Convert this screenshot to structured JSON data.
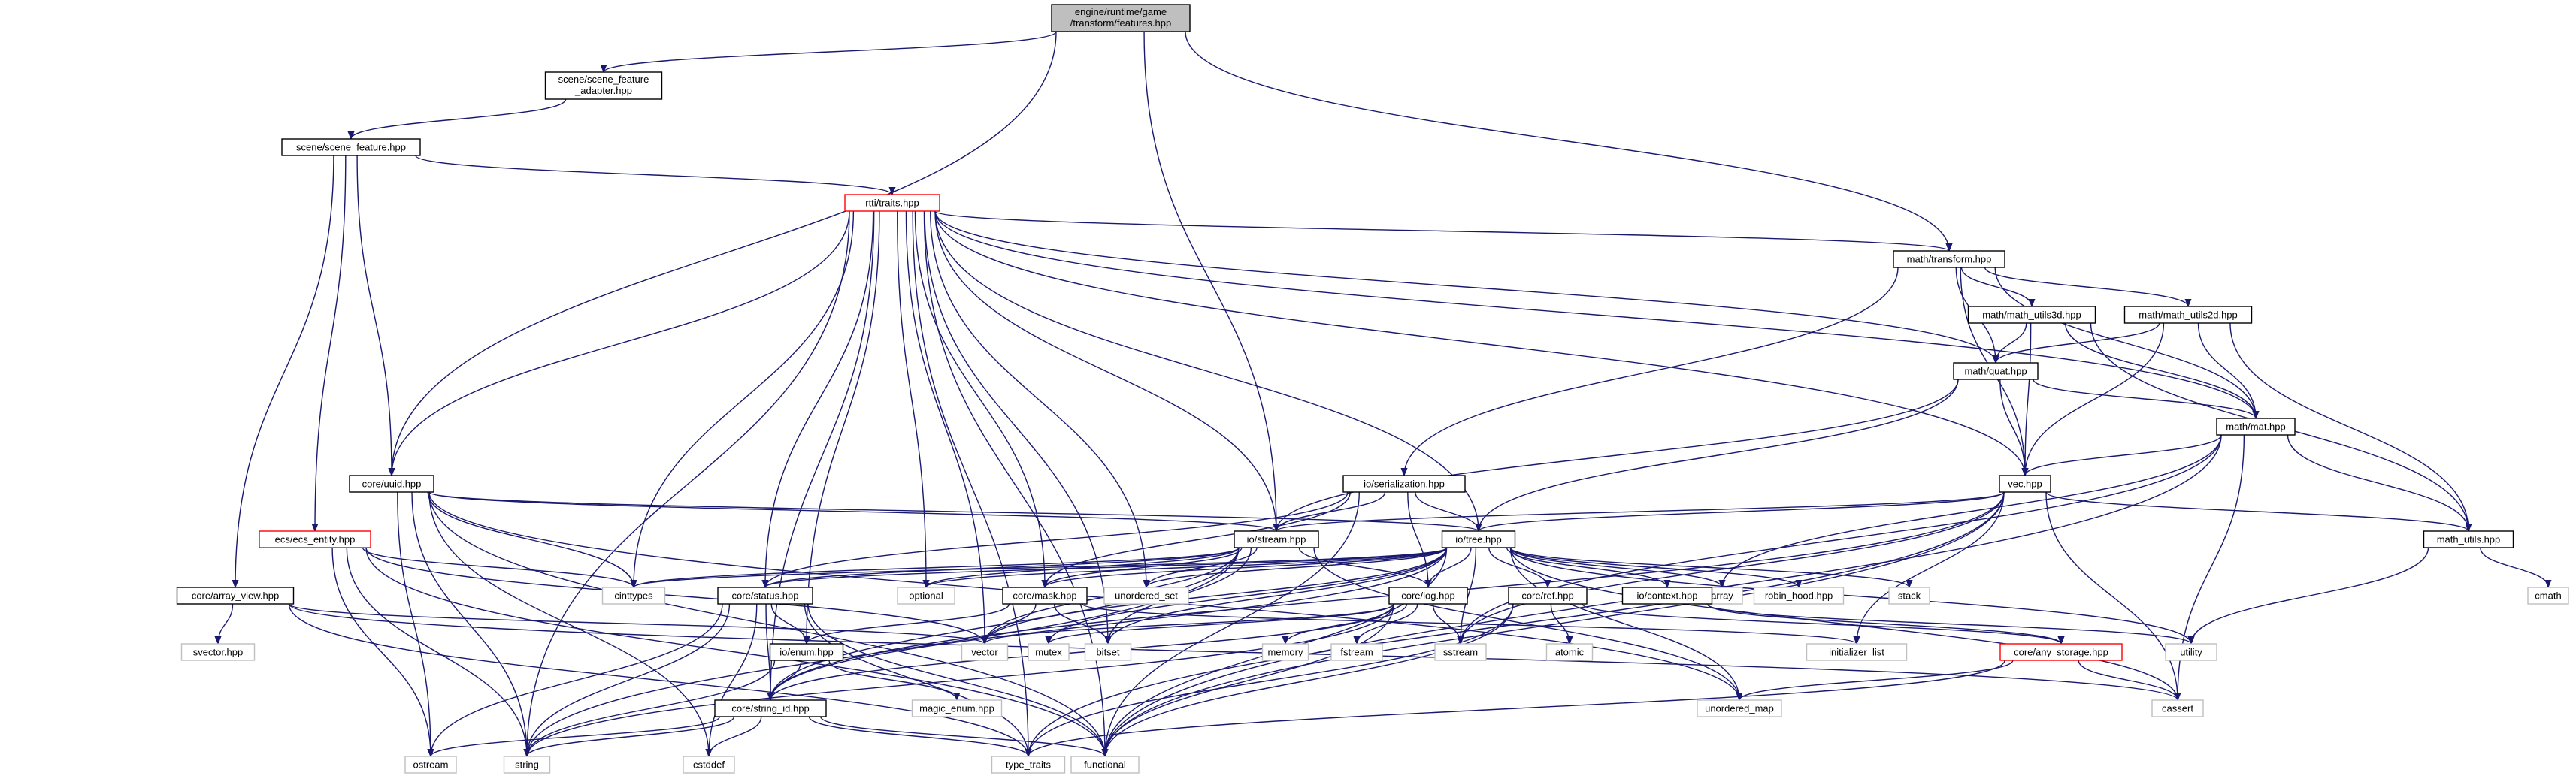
{
  "colors": {
    "edge": "#191970",
    "root_fill": "#bfbfbf",
    "border_local": "#000000",
    "border_system": "#bfbfbf",
    "border_incomplete": "#ff0000"
  },
  "nodes": [
    {
      "id": "root",
      "label": [
        "engine/runtime/game",
        "/transform/features.hpp"
      ],
      "kind": "root"
    },
    {
      "id": "sfa",
      "label": [
        "scene/scene_feature",
        "_adapter.hpp"
      ],
      "kind": "local"
    },
    {
      "id": "sf",
      "label": [
        "scene/scene_feature.hpp"
      ],
      "kind": "local"
    },
    {
      "id": "rtti",
      "label": [
        "rtti/traits.hpp"
      ],
      "kind": "red"
    },
    {
      "id": "mtransform",
      "label": [
        "math/transform.hpp"
      ],
      "kind": "local"
    },
    {
      "id": "mu3d",
      "label": [
        "math/math_utils3d.hpp"
      ],
      "kind": "local"
    },
    {
      "id": "mu2d",
      "label": [
        "math/math_utils2d.hpp"
      ],
      "kind": "local"
    },
    {
      "id": "quat",
      "label": [
        "math/quat.hpp"
      ],
      "kind": "local"
    },
    {
      "id": "mat",
      "label": [
        "math/mat.hpp"
      ],
      "kind": "local"
    },
    {
      "id": "ioser",
      "label": [
        "io/serialization.hpp"
      ],
      "kind": "local"
    },
    {
      "id": "uuid",
      "label": [
        "core/uuid.hpp"
      ],
      "kind": "local"
    },
    {
      "id": "vec",
      "label": [
        "vec.hpp"
      ],
      "kind": "local"
    },
    {
      "id": "ecs",
      "label": [
        "ecs/ecs_entity.hpp"
      ],
      "kind": "red"
    },
    {
      "id": "iostream",
      "label": [
        "io/stream.hpp"
      ],
      "kind": "local"
    },
    {
      "id": "iotree",
      "label": [
        "io/tree.hpp"
      ],
      "kind": "local"
    },
    {
      "id": "mathutils",
      "label": [
        "math_utils.hpp"
      ],
      "kind": "local"
    },
    {
      "id": "cmath",
      "label": [
        "cmath"
      ],
      "kind": "sys"
    },
    {
      "id": "cinttypes",
      "label": [
        "cinttypes"
      ],
      "kind": "sys"
    },
    {
      "id": "optional",
      "label": [
        "optional"
      ],
      "kind": "sys"
    },
    {
      "id": "unordered_set",
      "label": [
        "unordered_set"
      ],
      "kind": "sys"
    },
    {
      "id": "array",
      "label": [
        "array"
      ],
      "kind": "sys"
    },
    {
      "id": "robin",
      "label": [
        "robin_hood.hpp"
      ],
      "kind": "sys"
    },
    {
      "id": "stack",
      "label": [
        "stack"
      ],
      "kind": "sys"
    },
    {
      "id": "arrview",
      "label": [
        "core/array_view.hpp"
      ],
      "kind": "local"
    },
    {
      "id": "status",
      "label": [
        "core/status.hpp"
      ],
      "kind": "local"
    },
    {
      "id": "mask",
      "label": [
        "core/mask.hpp"
      ],
      "kind": "local"
    },
    {
      "id": "log",
      "label": [
        "core/log.hpp"
      ],
      "kind": "local"
    },
    {
      "id": "ref",
      "label": [
        "core/ref.hpp"
      ],
      "kind": "local"
    },
    {
      "id": "iocontext",
      "label": [
        "io/context.hpp"
      ],
      "kind": "local"
    },
    {
      "id": "svector",
      "label": [
        "svector.hpp"
      ],
      "kind": "sys"
    },
    {
      "id": "vector",
      "label": [
        "vector"
      ],
      "kind": "sys"
    },
    {
      "id": "mutex",
      "label": [
        "mutex"
      ],
      "kind": "sys"
    },
    {
      "id": "bitset",
      "label": [
        "bitset"
      ],
      "kind": "sys"
    },
    {
      "id": "memory",
      "label": [
        "memory"
      ],
      "kind": "sys"
    },
    {
      "id": "fstream",
      "label": [
        "fstream"
      ],
      "kind": "sys"
    },
    {
      "id": "sstream",
      "label": [
        "sstream"
      ],
      "kind": "sys"
    },
    {
      "id": "atomic",
      "label": [
        "atomic"
      ],
      "kind": "sys"
    },
    {
      "id": "initlist",
      "label": [
        "initializer_list"
      ],
      "kind": "sys"
    },
    {
      "id": "utility",
      "label": [
        "utility"
      ],
      "kind": "sys"
    },
    {
      "id": "ioenum",
      "label": [
        "io/enum.hpp"
      ],
      "kind": "local"
    },
    {
      "id": "anystorage",
      "label": [
        "core/any_storage.hpp"
      ],
      "kind": "red"
    },
    {
      "id": "magicenum",
      "label": [
        "magic_enum.hpp"
      ],
      "kind": "sys"
    },
    {
      "id": "strid",
      "label": [
        "core/string_id.hpp"
      ],
      "kind": "local"
    },
    {
      "id": "umap",
      "label": [
        "unordered_map"
      ],
      "kind": "sys"
    },
    {
      "id": "cassert",
      "label": [
        "cassert"
      ],
      "kind": "sys"
    },
    {
      "id": "ostream",
      "label": [
        "ostream"
      ],
      "kind": "sys"
    },
    {
      "id": "string",
      "label": [
        "string"
      ],
      "kind": "sys"
    },
    {
      "id": "cstddef",
      "label": [
        "cstddef"
      ],
      "kind": "sys"
    },
    {
      "id": "type_traits",
      "label": [
        "type_traits"
      ],
      "kind": "sys"
    },
    {
      "id": "functional",
      "label": [
        "functional"
      ],
      "kind": "sys"
    }
  ],
  "edges": [
    [
      "root",
      "sfa"
    ],
    [
      "root",
      "uuid"
    ],
    [
      "root",
      "mtransform"
    ],
    [
      "root",
      "iostream"
    ],
    [
      "sfa",
      "sf"
    ],
    [
      "sf",
      "rtti"
    ],
    [
      "sf",
      "uuid"
    ],
    [
      "sf",
      "ecs"
    ],
    [
      "sf",
      "arrview"
    ],
    [
      "rtti",
      "mtransform"
    ],
    [
      "rtti",
      "quat"
    ],
    [
      "rtti",
      "mat"
    ],
    [
      "rtti",
      "vec"
    ],
    [
      "rtti",
      "uuid"
    ],
    [
      "rtti",
      "iostream"
    ],
    [
      "rtti",
      "iotree"
    ],
    [
      "rtti",
      "status"
    ],
    [
      "rtti",
      "mask"
    ],
    [
      "rtti",
      "optional"
    ],
    [
      "rtti",
      "unordered_set"
    ],
    [
      "rtti",
      "cinttypes"
    ],
    [
      "rtti",
      "vector"
    ],
    [
      "rtti",
      "string"
    ],
    [
      "rtti",
      "type_traits"
    ],
    [
      "rtti",
      "bitset"
    ],
    [
      "rtti",
      "functional"
    ],
    [
      "rtti",
      "strid"
    ],
    [
      "rtti",
      "ioenum"
    ],
    [
      "mtransform",
      "mu3d"
    ],
    [
      "mtransform",
      "mu2d"
    ],
    [
      "mtransform",
      "quat"
    ],
    [
      "mtransform",
      "mat"
    ],
    [
      "mtransform",
      "vec"
    ],
    [
      "mtransform",
      "ioser"
    ],
    [
      "mu3d",
      "quat"
    ],
    [
      "mu3d",
      "mat"
    ],
    [
      "mu3d",
      "vec"
    ],
    [
      "mu3d",
      "mathutils"
    ],
    [
      "mu2d",
      "quat"
    ],
    [
      "mu2d",
      "mat"
    ],
    [
      "mu2d",
      "vec"
    ],
    [
      "mu2d",
      "mathutils"
    ],
    [
      "quat",
      "vec"
    ],
    [
      "quat",
      "mat"
    ],
    [
      "quat",
      "iostream"
    ],
    [
      "quat",
      "iotree"
    ],
    [
      "mat",
      "vec"
    ],
    [
      "mat",
      "mathutils"
    ],
    [
      "mat",
      "cassert"
    ],
    [
      "mat",
      "functional"
    ],
    [
      "mat",
      "array"
    ],
    [
      "mat",
      "sstream"
    ],
    [
      "ioser",
      "iostream"
    ],
    [
      "ioser",
      "iotree"
    ],
    [
      "ioser",
      "log"
    ],
    [
      "ioser",
      "status"
    ],
    [
      "ioser",
      "mask"
    ],
    [
      "ioser",
      "functional"
    ],
    [
      "uuid",
      "iostream"
    ],
    [
      "uuid",
      "iotree"
    ],
    [
      "uuid",
      "cinttypes"
    ],
    [
      "uuid",
      "string"
    ],
    [
      "uuid",
      "ostream"
    ],
    [
      "uuid",
      "functional"
    ],
    [
      "uuid",
      "cstddef"
    ],
    [
      "uuid",
      "umap"
    ],
    [
      "vec",
      "iostream"
    ],
    [
      "vec",
      "iotree"
    ],
    [
      "vec",
      "mathutils"
    ],
    [
      "vec",
      "cassert"
    ],
    [
      "vec",
      "functional"
    ],
    [
      "vec",
      "type_traits"
    ],
    [
      "vec",
      "sstream"
    ],
    [
      "vec",
      "initlist"
    ],
    [
      "vec",
      "strid"
    ],
    [
      "ecs",
      "cinttypes"
    ],
    [
      "ecs",
      "vector"
    ],
    [
      "ecs",
      "ostream"
    ],
    [
      "ecs",
      "string"
    ],
    [
      "ecs",
      "functional"
    ],
    [
      "iostream",
      "status"
    ],
    [
      "iostream",
      "mask"
    ],
    [
      "iostream",
      "log"
    ],
    [
      "iostream",
      "optional"
    ],
    [
      "iostream",
      "unordered_set"
    ],
    [
      "iostream",
      "cinttypes"
    ],
    [
      "iostream",
      "vector"
    ],
    [
      "iostream",
      "bitset"
    ],
    [
      "iostream",
      "umap"
    ],
    [
      "iostream",
      "strid"
    ],
    [
      "iostream",
      "string"
    ],
    [
      "iotree",
      "status"
    ],
    [
      "iotree",
      "mask"
    ],
    [
      "iotree",
      "log"
    ],
    [
      "iotree",
      "ref"
    ],
    [
      "iotree",
      "iocontext"
    ],
    [
      "iotree",
      "array"
    ],
    [
      "iotree",
      "robin"
    ],
    [
      "iotree",
      "stack"
    ],
    [
      "iotree",
      "optional"
    ],
    [
      "iotree",
      "unordered_set"
    ],
    [
      "iotree",
      "cinttypes"
    ],
    [
      "iotree",
      "vector"
    ],
    [
      "iotree",
      "utility"
    ],
    [
      "iotree",
      "cassert"
    ],
    [
      "iotree",
      "sstream"
    ],
    [
      "iotree",
      "umap"
    ],
    [
      "iotree",
      "functional"
    ],
    [
      "iotree",
      "strid"
    ],
    [
      "iotree",
      "bitset"
    ],
    [
      "iotree",
      "mutex"
    ],
    [
      "mathutils",
      "cmath"
    ],
    [
      "mathutils",
      "utility"
    ],
    [
      "arrview",
      "svector"
    ],
    [
      "arrview",
      "vector"
    ],
    [
      "arrview",
      "type_traits"
    ],
    [
      "arrview",
      "cassert"
    ],
    [
      "status",
      "ioenum"
    ],
    [
      "status",
      "strid"
    ],
    [
      "status",
      "ostream"
    ],
    [
      "status",
      "string"
    ],
    [
      "status",
      "cstddef"
    ],
    [
      "status",
      "type_traits"
    ],
    [
      "status",
      "functional"
    ],
    [
      "mask",
      "vector"
    ],
    [
      "mask",
      "bitset"
    ],
    [
      "mask",
      "initlist"
    ],
    [
      "mask",
      "ioenum"
    ],
    [
      "log",
      "vector"
    ],
    [
      "log",
      "mutex"
    ],
    [
      "log",
      "memory"
    ],
    [
      "log",
      "fstream"
    ],
    [
      "log",
      "sstream"
    ],
    [
      "log",
      "string"
    ],
    [
      "log",
      "functional"
    ],
    [
      "log",
      "strid"
    ],
    [
      "ref",
      "atomic"
    ],
    [
      "ref",
      "functional"
    ],
    [
      "ref",
      "type_traits"
    ],
    [
      "ref",
      "anystorage"
    ],
    [
      "iocontext",
      "utility"
    ],
    [
      "iocontext",
      "anystorage"
    ],
    [
      "ioenum",
      "magicenum"
    ],
    [
      "ioenum",
      "strid"
    ],
    [
      "ioenum",
      "string"
    ],
    [
      "anystorage",
      "umap"
    ],
    [
      "anystorage",
      "cassert"
    ],
    [
      "anystorage",
      "type_traits"
    ],
    [
      "strid",
      "string"
    ],
    [
      "strid",
      "cstddef"
    ],
    [
      "strid",
      "functional"
    ],
    [
      "strid",
      "type_traits"
    ],
    [
      "strid",
      "ostream"
    ]
  ]
}
